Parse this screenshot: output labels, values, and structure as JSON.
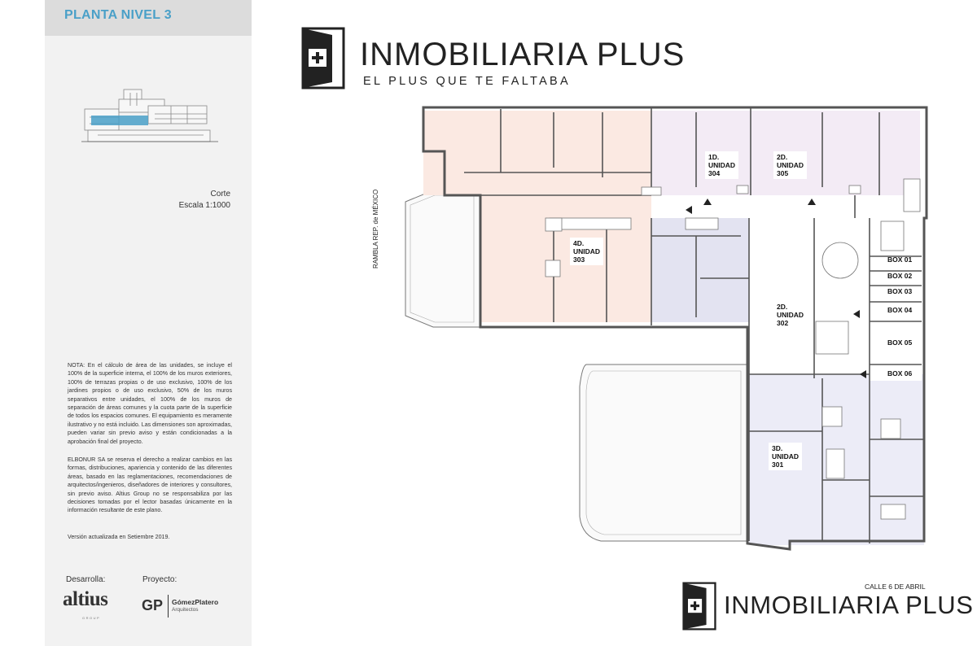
{
  "sidebar": {
    "title": "PLANTA NIVEL 3",
    "section_caption": "Corte",
    "scale": "Escala 1:1000",
    "note_1": "NOTA: En el cálculo de área de las unidades, se incluye el 100% de la superficie interna, el 100% de los muros exteriores, 100% de terrazas propias o de uso exclusivo, 100% de los jardines propios o de uso exclusivo, 50% de los muros separativos entre unidades, el 100% de los muros de separación de áreas comunes y la cuota parte de la superficie de todos los espacios comunes. El equipamiento es meramente ilustrativo y no está incluido. Las dimensiones son aproximadas, pueden variar sin previo aviso y están condicionadas a la aprobación final del proyecto.",
    "note_2": "ELBONUR SA se reserva el derecho a realizar cambios en las formas, distribuciones, apariencia y contenido de las diferentes áreas, basado en las reglamentaciones, recomendaciones de arquitectos/ingenieros, diseñadores de interiores y consultores, sin previo aviso. Altius Group no se responsabiliza por las decisiones tomadas por el lector basadas únicamente en la información resultante de este plano.",
    "version": "Versión actualizada en Setiembre 2019.",
    "developer_label": "Desarrolla:",
    "project_label": "Proyecto:",
    "developer_logo": "altius",
    "developer_logo_sub": "GROUP",
    "project_logo": "GP",
    "project_logo_name": "GómezPlatero",
    "project_logo_sub": "Arquitectos"
  },
  "brand": {
    "name": "INMOBILIARIA PLUS",
    "tagline": "EL PLUS QUE TE FALTABA",
    "icon": "door-plus-icon"
  },
  "plan": {
    "street_west": "RAMBLA REP. de MÉXICO",
    "street_south": "CALLE 6 DE ABRIL",
    "units": [
      {
        "type": "1D.",
        "label": "UNIDAD",
        "number": "304"
      },
      {
        "type": "2D.",
        "label": "UNIDAD",
        "number": "305"
      },
      {
        "type": "4D.",
        "label": "UNIDAD",
        "number": "303"
      },
      {
        "type": "2D.",
        "label": "UNIDAD",
        "number": "302"
      },
      {
        "type": "3D.",
        "label": "UNIDAD",
        "number": "301"
      }
    ],
    "boxes": [
      "BOX 01",
      "BOX 02",
      "BOX 03",
      "BOX 04",
      "BOX 05",
      "BOX 06"
    ],
    "colors": {
      "unit_303": "#fbe9e2",
      "unit_purple_light": "#f3ebf5",
      "unit_blue": "#e3e3f1",
      "unit_301": "#ececf7",
      "walls": "#555555"
    }
  }
}
